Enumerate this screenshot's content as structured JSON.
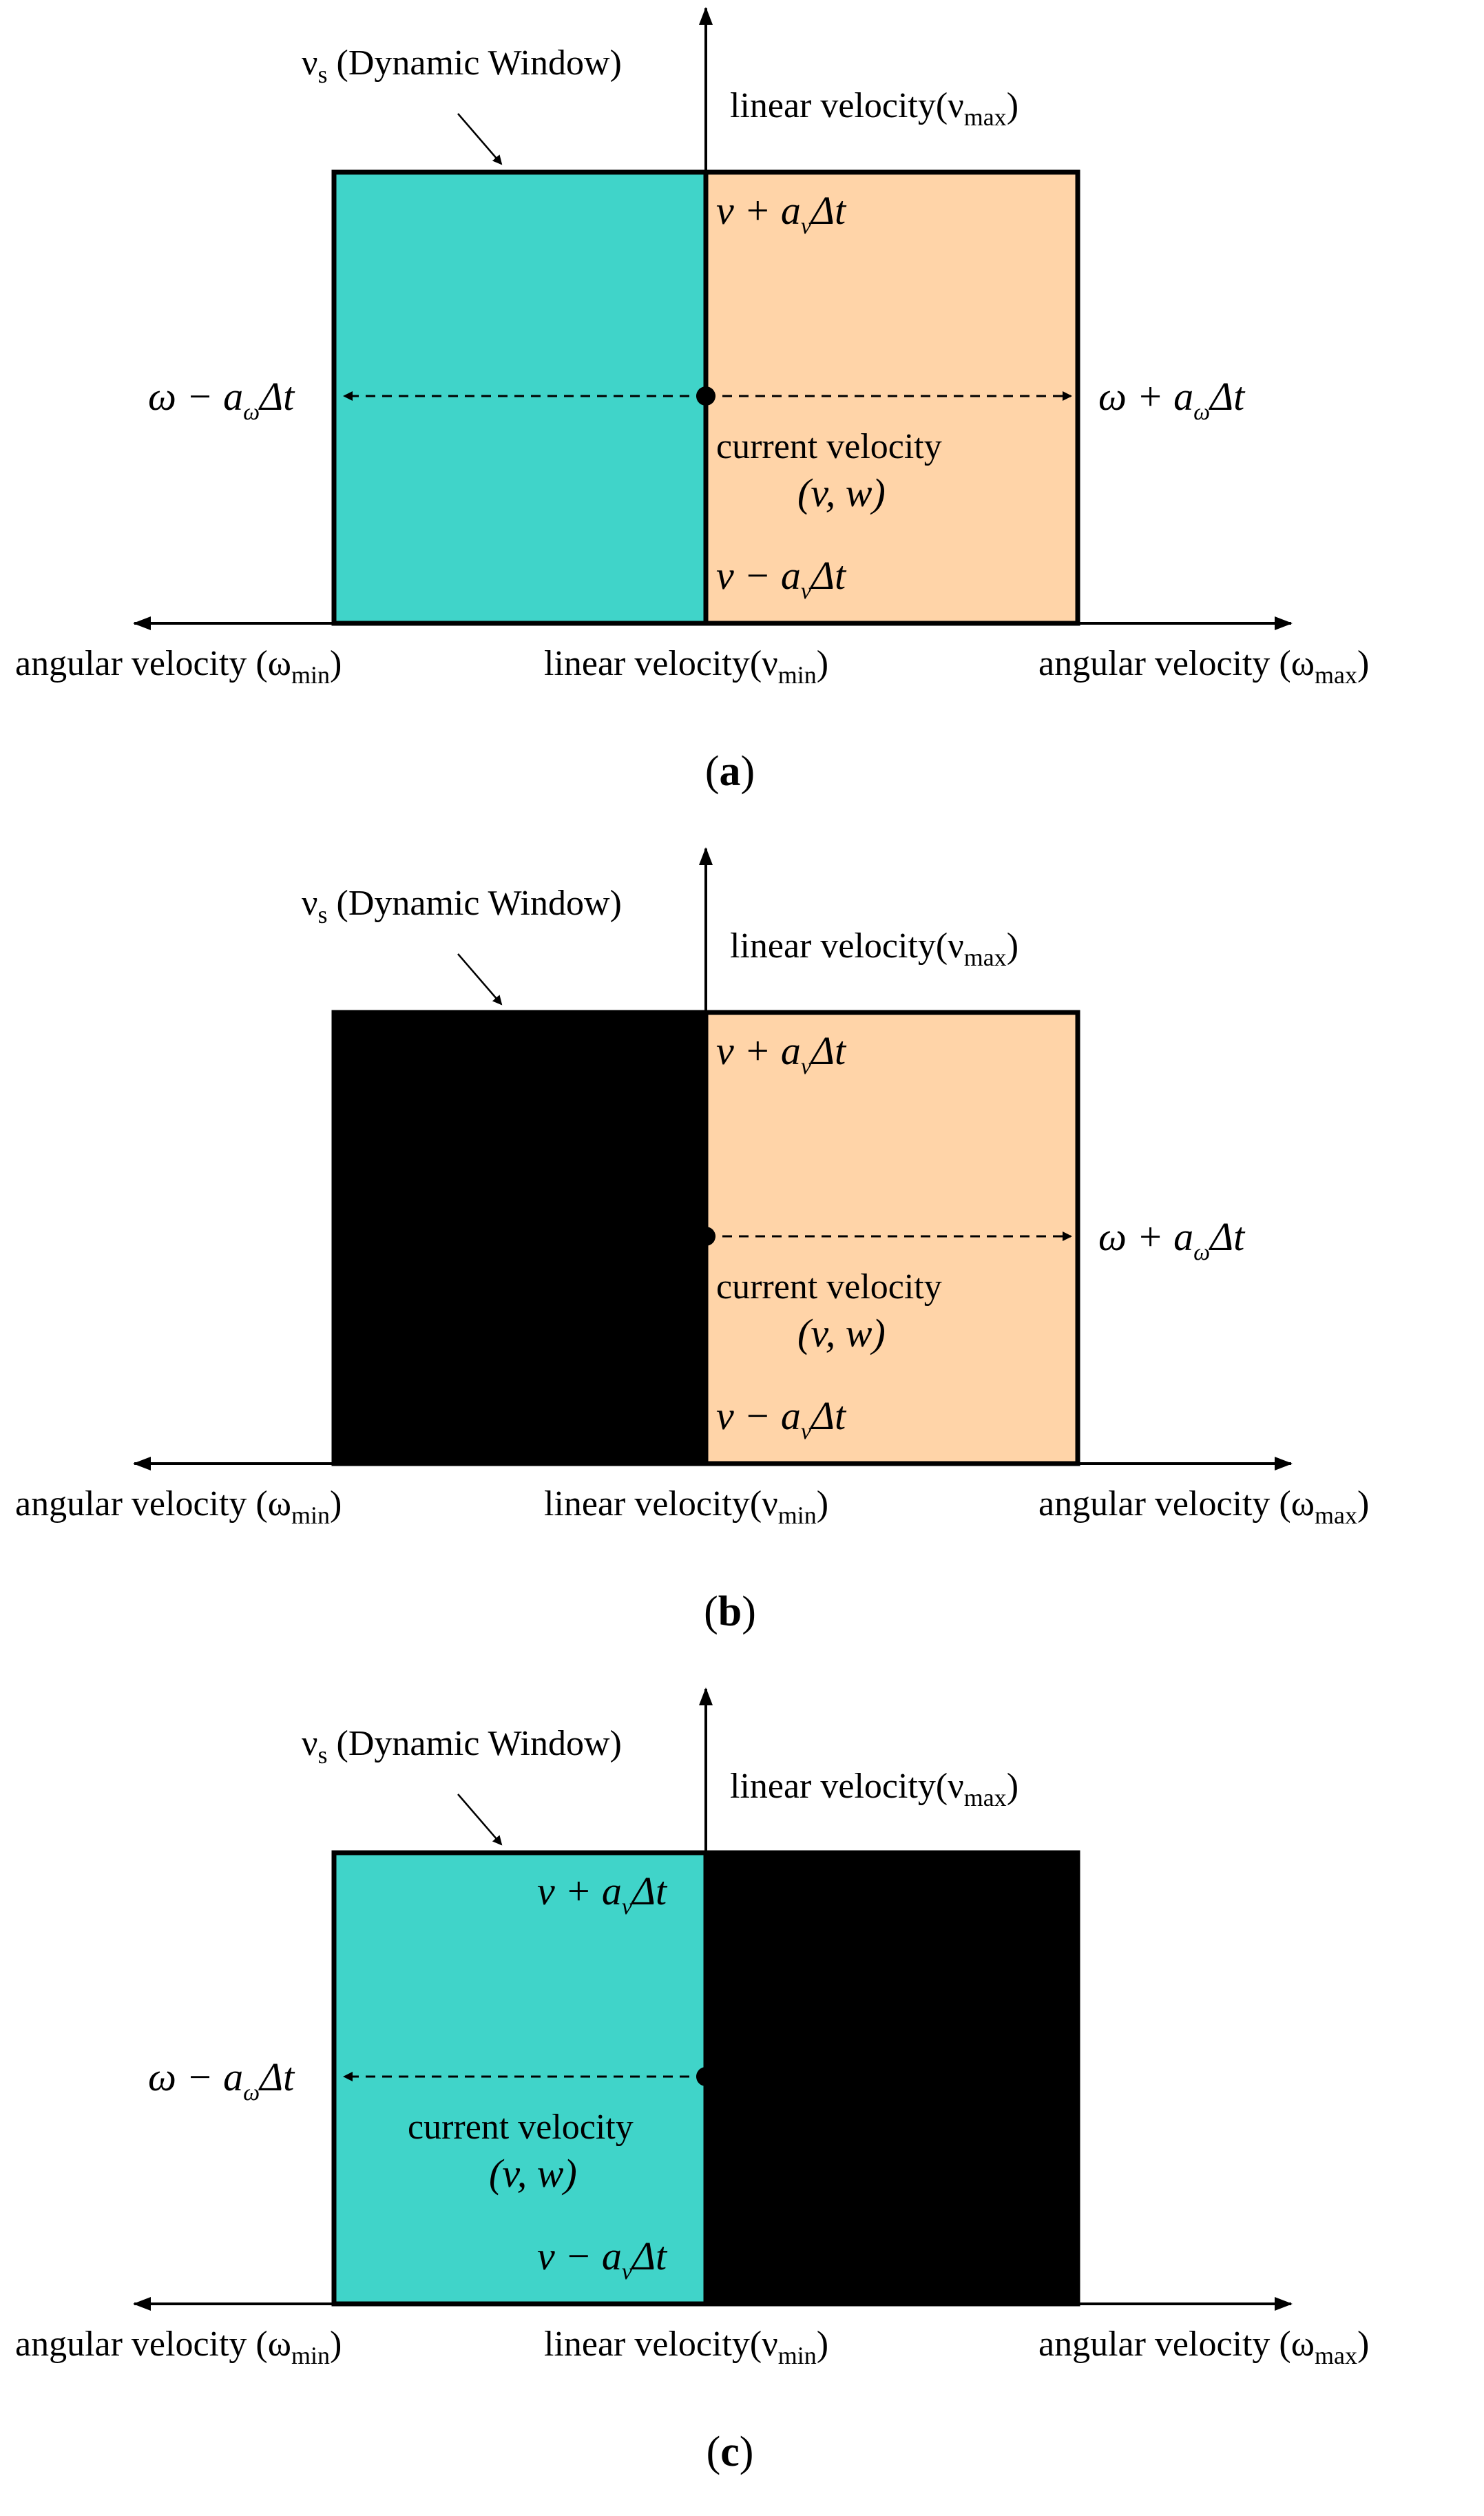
{
  "colors": {
    "left_region": "#40D4C9",
    "right_region": "#FFD4A8",
    "excluded_region": "#000000",
    "outline": "#000000"
  },
  "labels": {
    "dynamic_window": {
      "nu": "ν",
      "sub": "s",
      "rest": " (Dynamic Window)"
    },
    "linear_vmax": {
      "text": "linear velocity(ν",
      "sub": "max",
      "close": ")"
    },
    "linear_vmin": {
      "text": "linear velocity(ν",
      "sub": "min",
      "close": ")"
    },
    "angular_wmin": {
      "text": "angular velocity (ω",
      "sub": "min",
      "close": ")"
    },
    "angular_wmax": {
      "text": "angular velocity (ω",
      "sub": "max",
      "close": ")"
    },
    "current_velocity": "current velocity",
    "current_pair": "(v, w)",
    "v_plus": {
      "pre": "v + a",
      "sub": "v",
      "post": "Δt"
    },
    "v_minus": {
      "pre": "v − a",
      "sub": "v",
      "post": "Δt"
    },
    "w_plus": {
      "pre": "ω + a",
      "sub": "ω",
      "post": "Δt"
    },
    "w_minus": {
      "pre": "ω − a",
      "sub": "ω",
      "post": "Δt"
    }
  },
  "panels": [
    {
      "id": "a",
      "caption": {
        "open": "(",
        "letter": "a",
        "close": ")"
      },
      "left_fill": "left_region",
      "right_fill": "right_region",
      "show_left_arrow": true,
      "show_right_arrow": true
    },
    {
      "id": "b",
      "caption": {
        "open": "(",
        "letter": "b",
        "close": ")"
      },
      "left_fill": "excluded_region",
      "right_fill": "right_region",
      "show_left_arrow": false,
      "show_right_arrow": true
    },
    {
      "id": "c",
      "caption": {
        "open": "(",
        "letter": "c",
        "close": ")"
      },
      "left_fill": "left_region",
      "right_fill": "excluded_region",
      "show_left_arrow": true,
      "show_right_arrow": false
    }
  ]
}
